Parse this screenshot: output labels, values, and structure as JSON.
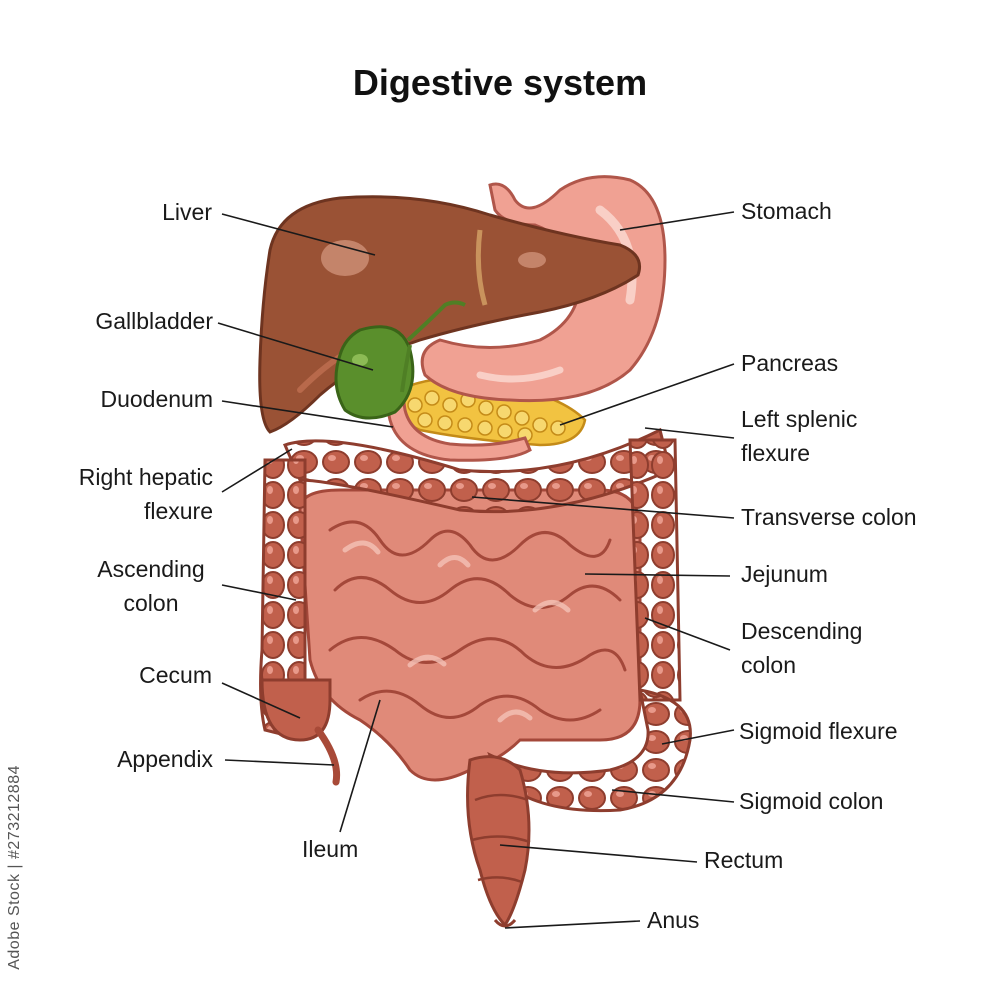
{
  "title": "Digestive system",
  "labels": {
    "liver": "Liver",
    "gallbladder": "Gallbladder",
    "duodenum": "Duodenum",
    "right_hepatic_1": "Right hepatic",
    "right_hepatic_2": "flexure",
    "ascending_1": "Ascending",
    "ascending_2": "colon",
    "cecum": "Cecum",
    "appendix": "Appendix",
    "ileum": "Ileum",
    "stomach": "Stomach",
    "pancreas": "Pancreas",
    "left_splenic_1": "Left splenic",
    "left_splenic_2": "flexure",
    "transverse": "Transverse colon",
    "jejunum": "Jejunum",
    "descending_1": "Descending",
    "descending_2": "colon",
    "sigmoid_flexure": "Sigmoid flexure",
    "sigmoid_colon": "Sigmoid colon",
    "rectum": "Rectum",
    "anus": "Anus"
  },
  "watermark": "Adobe Stock | #273212884",
  "colors": {
    "liver": "#9a5235",
    "stomach": "#f0a193",
    "gallbladder": "#5a8f2c",
    "pancreas": "#f2c341",
    "colon": "#cb6a55",
    "small_intestine": "#e59484",
    "lines": "#1a1a1a"
  }
}
